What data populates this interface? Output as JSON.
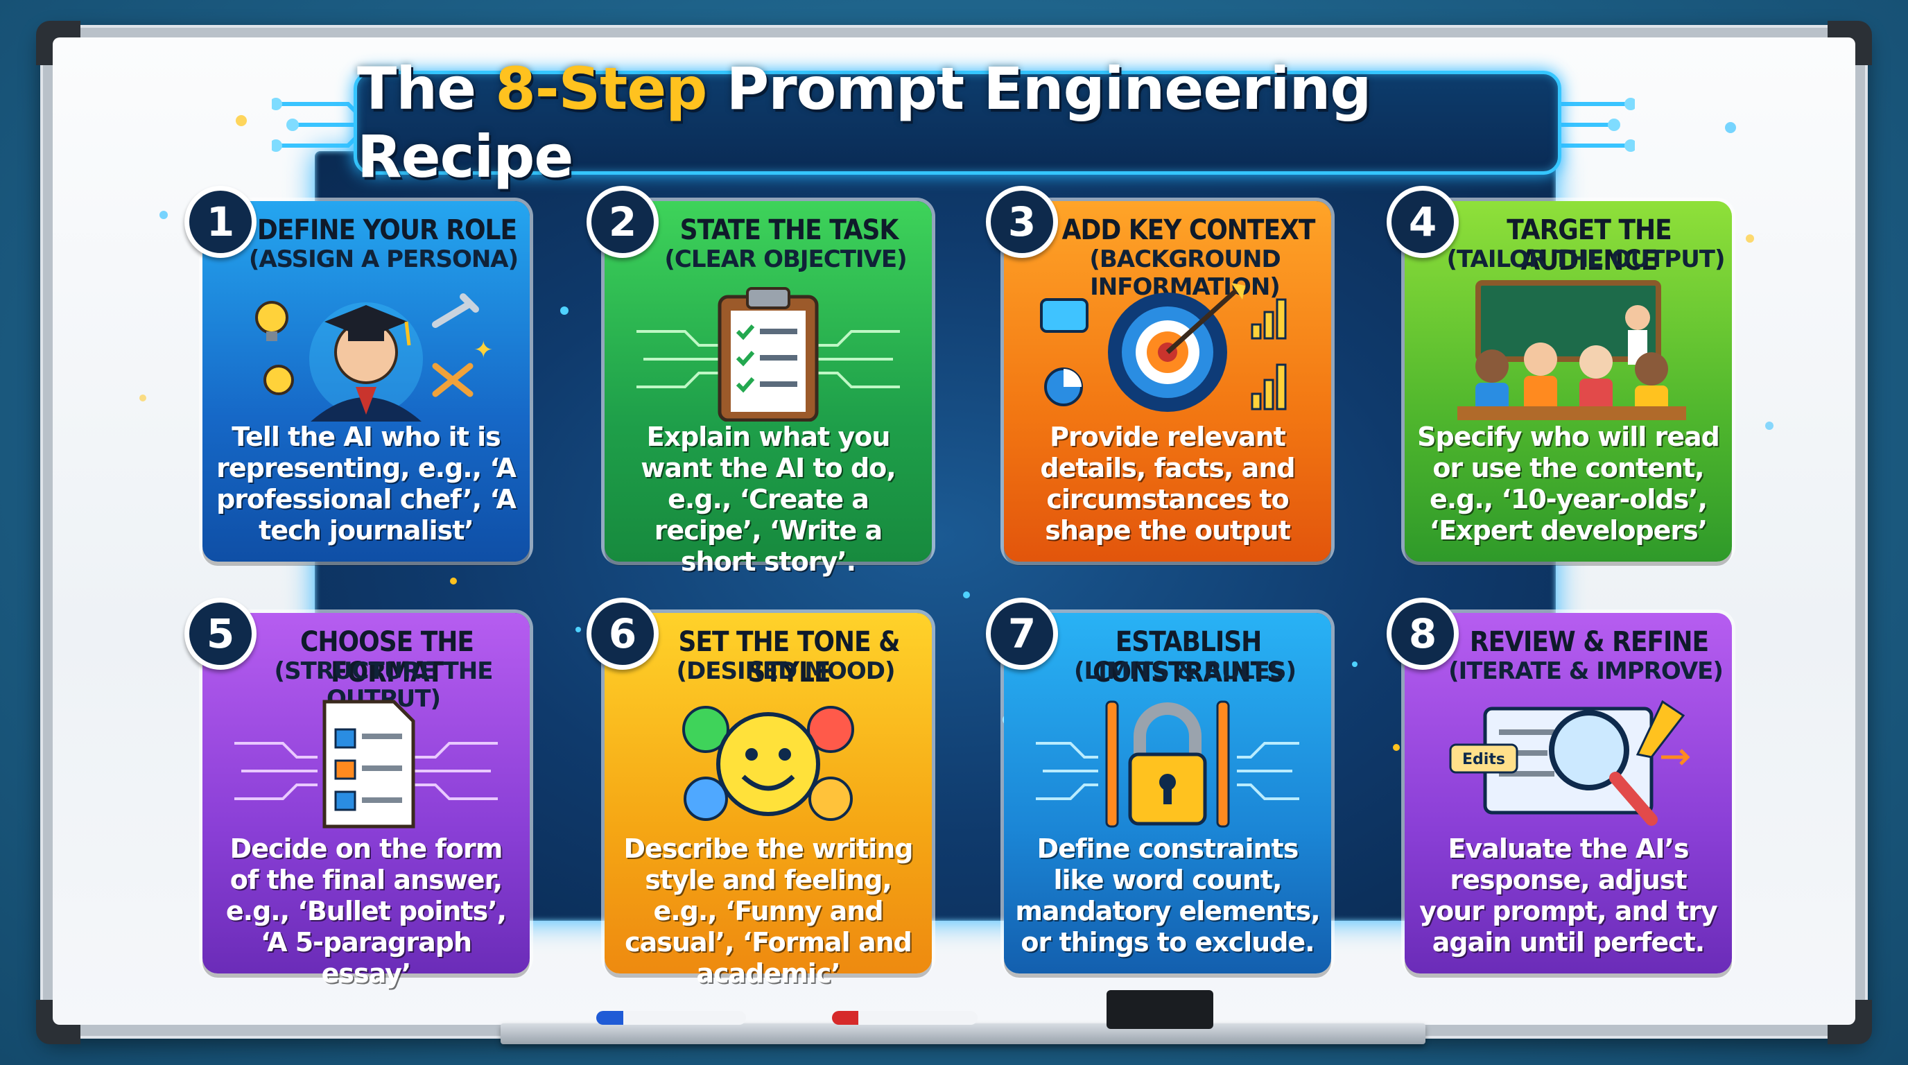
{
  "title": {
    "prefix": "The",
    "accent": "8-Step",
    "suffix": "Prompt Engineering Recipe"
  },
  "colors": {
    "accent": "#ffc21f",
    "panel": "#0f3a6c",
    "glow": "#35c6ff"
  },
  "steps": [
    {
      "number": "1",
      "title": "DEFINE YOUR ROLE",
      "subtitle": "(ASSIGN A PERSONA)",
      "description": "Tell the AI who it is representing, e.g., ‘A professional chef’, ‘A tech journalist’",
      "color": "#1e88e5",
      "icon": "graduate-persona-icon"
    },
    {
      "number": "2",
      "title": "STATE THE TASK",
      "subtitle": "(CLEAR OBJECTIVE)",
      "description": "Explain what you want the AI to do, e.g., ‘Create a recipe’, ‘Write a short story’.",
      "color": "#23a84f",
      "icon": "clipboard-checklist-icon"
    },
    {
      "number": "3",
      "title": "ADD KEY CONTEXT",
      "subtitle": "(BACKGROUND INFORMATION)",
      "description": "Provide relevant details, facts, and circumstances to shape the output",
      "color": "#f07a12",
      "icon": "target-arrow-icon"
    },
    {
      "number": "4",
      "title": "TARGET THE AUDIENCE",
      "subtitle": "(TAILOR THE OUTPUT)",
      "description": "Specify who will read or use the content, e.g., ‘10-year-olds’, ‘Expert developers’",
      "color": "#5fb82a",
      "icon": "classroom-audience-icon"
    },
    {
      "number": "5",
      "title": "CHOOSE THE FORMAT",
      "subtitle": "(STRUCTURE THE OUTPUT)",
      "description": "Decide on the form of the final answer, e.g., ‘Bullet points’, ‘A 5-paragraph essay’",
      "color": "#8a3fd6",
      "icon": "document-format-icon"
    },
    {
      "number": "6",
      "title": "SET THE TONE & STYLE",
      "subtitle": "(DESIRED MOOD)",
      "description": "Describe the writing style and feeling, e.g., ‘Funny and casual’, ‘Formal and academic’",
      "color": "#f39a12",
      "icon": "emoji-faces-icon"
    },
    {
      "number": "7",
      "title": "ESTABLISH CONSTRAINTS",
      "subtitle": "(LIMITS & RULES)",
      "description": "Define constraints like word count, mandatory elements, or things to exclude.",
      "color": "#1c8fd8",
      "icon": "padlock-icon"
    },
    {
      "number": "8",
      "title": "REVIEW & REFINE",
      "subtitle": "(ITERATE & IMPROVE)",
      "description": "Evaluate the AI’s response, adjust your prompt, and try again until perfect.",
      "color": "#8a3fd6",
      "icon": "magnifier-edits-icon"
    }
  ],
  "icon_text": {
    "edits_tag": "Edits"
  }
}
